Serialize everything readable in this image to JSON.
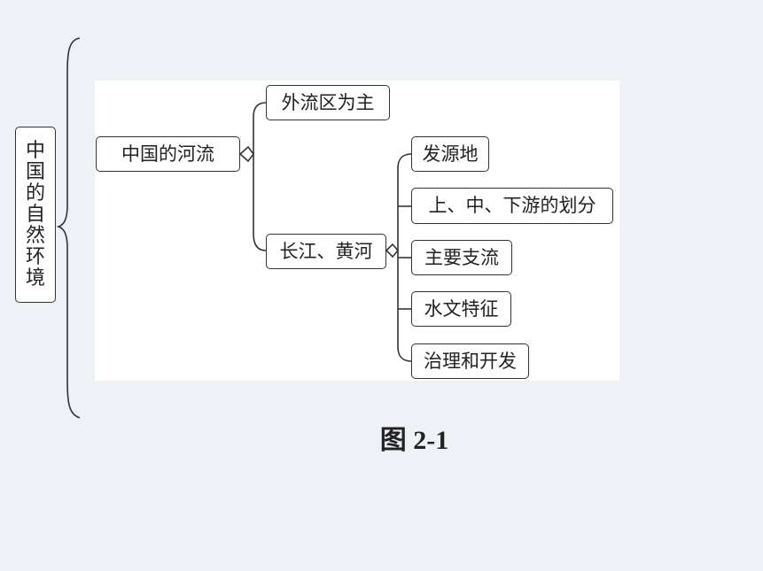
{
  "root": {
    "label": "中国的自然环境"
  },
  "nodes": {
    "main": "中国的河流",
    "outflow": "外流区为主",
    "rivers": "长江、黄河",
    "source": "发源地",
    "reaches": "上、中、下游的划分",
    "tributaries": "主要支流",
    "hydrology": "水文特征",
    "management": "治理和开发"
  },
  "caption": "图 2-1"
}
